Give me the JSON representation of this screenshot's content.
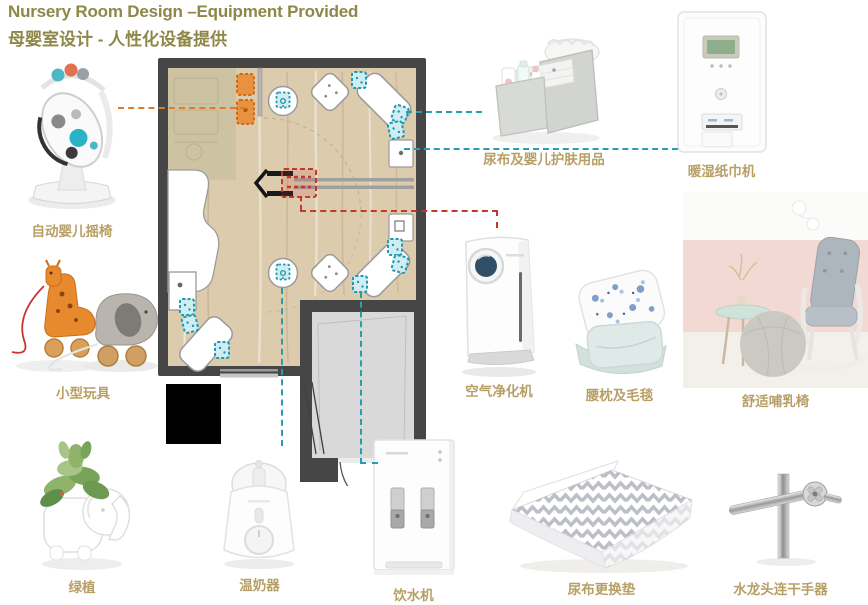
{
  "header": {
    "title_en": "Nursery Room Design –Equipment Provided",
    "title_zh": "母婴室设计 - 人性化设备提供"
  },
  "products": [
    {
      "id": "baby-rocker",
      "label": "自动婴儿摇椅"
    },
    {
      "id": "small-toys",
      "label": "小型玩具"
    },
    {
      "id": "green-plant",
      "label": "绿植"
    },
    {
      "id": "milk-warmer",
      "label": "温奶器"
    },
    {
      "id": "water-dispenser",
      "label": "饮水机"
    },
    {
      "id": "diaper-skincare-caddy",
      "label": "尿布及婴儿护肤用品"
    },
    {
      "id": "wet-wipe-warmer",
      "label": "暖湿纸巾机"
    },
    {
      "id": "air-purifier",
      "label": "空气净化机"
    },
    {
      "id": "pillow-blanket",
      "label": "腰枕及毛毯"
    },
    {
      "id": "nursing-chair",
      "label": "舒适哺乳椅"
    },
    {
      "id": "changing-pad",
      "label": "尿布更换垫"
    },
    {
      "id": "faucet-hand-dryer",
      "label": "水龙头连干手器"
    }
  ],
  "colors": {
    "title": "#8e8748",
    "label": "#b79f66",
    "connector_teal": "#2a9cb0",
    "connector_orange": "#e07b28",
    "connector_red": "#c0392b",
    "plan_wall": "#464646",
    "plan_wood_floor": "#dccbad",
    "plan_vestibule_floor": "#d9d9d9"
  }
}
